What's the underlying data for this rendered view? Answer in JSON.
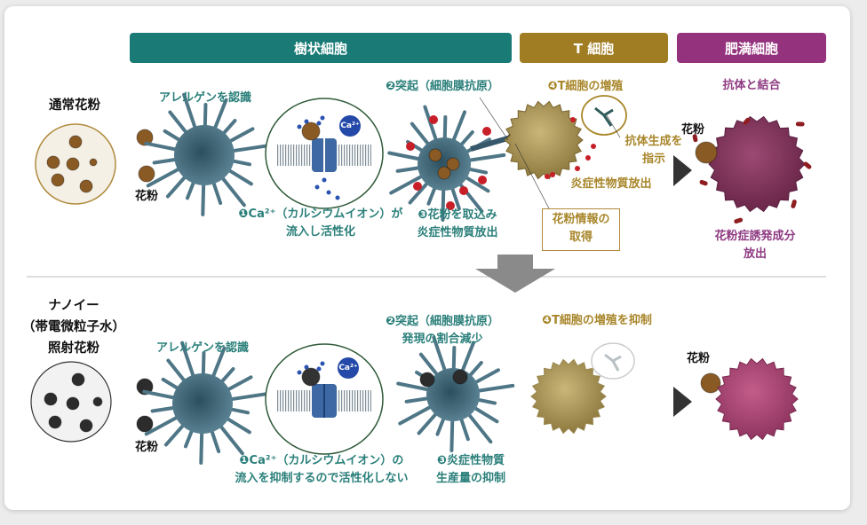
{
  "colors": {
    "dendritic": "#1a7b76",
    "t_cell": "#a07c22",
    "mast_cell": "#94327d"
  },
  "headers": {
    "dendritic": "樹状細胞",
    "t_cell": "T 細胞",
    "mast_cell": "肥満細胞"
  },
  "normal": {
    "title": "通常花粉",
    "recognize": "アレルゲンを認識",
    "pollen": "花粉",
    "ca_badge": "Ca²⁺",
    "step1_line1": "❶Ca²⁺（カルシウムイオン）が",
    "step1_line2": "流入し活性化",
    "step2": "❷突起（細胞膜抗原）",
    "step3_line1": "❸花粉を取込み",
    "step3_line2": "炎症性物質放出",
    "step4": "❹T細胞の増殖",
    "antibody_line1": "抗体生成を",
    "antibody_line2": "指示",
    "inflammatory": "炎症性物質放出",
    "info_line1": "花粉情報の",
    "info_line2": "取得",
    "bind": "抗体と結合",
    "mast_pollen": "花粉",
    "release_line1": "花粉症誘発成分",
    "release_line2": "放出"
  },
  "nanoe": {
    "title_line1": "ナノイー",
    "title_line2": "（帯電微粒子水）",
    "title_line3": "照射花粉",
    "recognize": "アレルゲンを認識",
    "pollen": "花粉",
    "ca_badge": "Ca²⁺",
    "step1_line1": "❶Ca²⁺（カルシウムイオン）の",
    "step1_line2": "流入を抑制するので活性化しない",
    "step2_line1": "❷突起（細胞膜抗原）",
    "step2_line2": "発現の割合減少",
    "step3_line1": "❸炎症性物質",
    "step3_line2": "生産量の抑制",
    "step4": "❹T細胞の増殖を抑制",
    "mast_pollen": "花粉"
  }
}
